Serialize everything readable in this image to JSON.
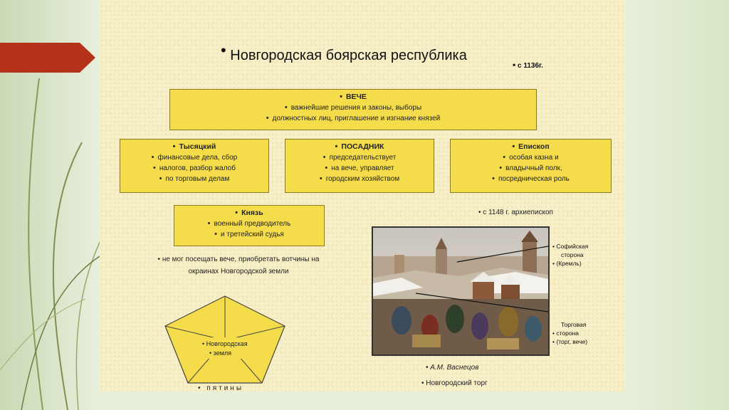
{
  "slide": {
    "title": "Новгородская боярская республика",
    "since": "с 1136г."
  },
  "veche": {
    "header": "ВЕЧЕ",
    "lines": [
      "важнейшие решения и законы, выборы",
      "должностных лиц, приглашение и изгнание князей"
    ]
  },
  "tysyatsky": {
    "header": "Тысяцкий",
    "lines": [
      "финансовые дела, сбор",
      "налогов, разбор жалоб",
      "по торговым делам"
    ]
  },
  "posadnik": {
    "header": "ПОСАДНИК",
    "lines": [
      "председательствует",
      "на вече, управляет",
      "городским хозяйством"
    ]
  },
  "episkop": {
    "header": "Епископ",
    "lines": [
      "особая казна и",
      "владычный полк,",
      "посредническая роль"
    ]
  },
  "knyaz": {
    "header": "Князь",
    "lines": [
      "военный предводитель",
      "и третейский судья"
    ]
  },
  "notes": {
    "archbishop": "с 1148 г. архиепископ",
    "prince_limits_1": "не мог посещать вече, приобретать вотчины на",
    "prince_limits_2": "окраинах Новгородской земли"
  },
  "pentagon": {
    "center_1": "Новгородская",
    "center_2": "земля",
    "caption": "пятины"
  },
  "painting": {
    "label_sofia_1": "Софийская",
    "label_sofia_2": "сторона",
    "label_sofia_3": "(Кремль)",
    "label_torg_1": "Торговая",
    "label_torg_2": "сторона",
    "label_torg_3": "(торг, вече)",
    "author": "А.М. Васнецов",
    "name": "Новгородский торг"
  },
  "colors": {
    "box_fill": "#f5dc4a",
    "accent_arrow": "#b5321a",
    "paper": "#f7efc7"
  }
}
